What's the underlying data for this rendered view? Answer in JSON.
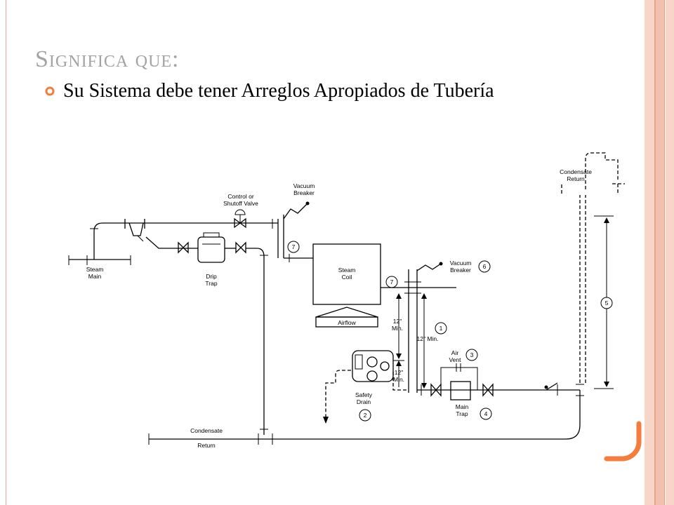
{
  "slide": {
    "title": "Significa que:",
    "bullet": "Su Sistema debe tener Arreglos Apropiados de Tubería",
    "accent_color": "#f47c3c",
    "title_color": "#a3a3a3"
  },
  "diagram": {
    "labels": {
      "control_valve_1": "Control or",
      "control_valve_2": "Shutoff Valve",
      "vacuum_breaker_top_1": "Vacuum",
      "vacuum_breaker_top_2": "Breaker",
      "steam_main_1": "Steam",
      "steam_main_2": "Main",
      "drip_trap_1": "Drip",
      "drip_trap_2": "Trap",
      "steam_coil_1": "Steam",
      "steam_coil_2": "Coil",
      "airflow": "Airflow",
      "vacuum_breaker_right_1": "Vacuum",
      "vacuum_breaker_right_2": "Breaker",
      "twelve_min_1a": "12\"",
      "twelve_min_1b": "Min.",
      "twelve_min_2": "12\" Min.",
      "twelve_min_3a": "12\"",
      "twelve_min_3b": "Min.",
      "air_vent_1": "Air",
      "air_vent_2": "Vent",
      "safety_drain_1": "Safety",
      "safety_drain_2": "Drain",
      "main_trap_1": "Main",
      "main_trap_2": "Trap",
      "condensate_return_top_1": "Condensate",
      "condensate_return_top_2": "Return",
      "condensate_return_bottom_1": "Condensate",
      "condensate_return_bottom_2": "Return"
    },
    "callouts": {
      "c1": "1",
      "c2": "2",
      "c3": "3",
      "c4": "4",
      "c5": "5",
      "c6": "6",
      "c7a": "7",
      "c7b": "7"
    }
  }
}
